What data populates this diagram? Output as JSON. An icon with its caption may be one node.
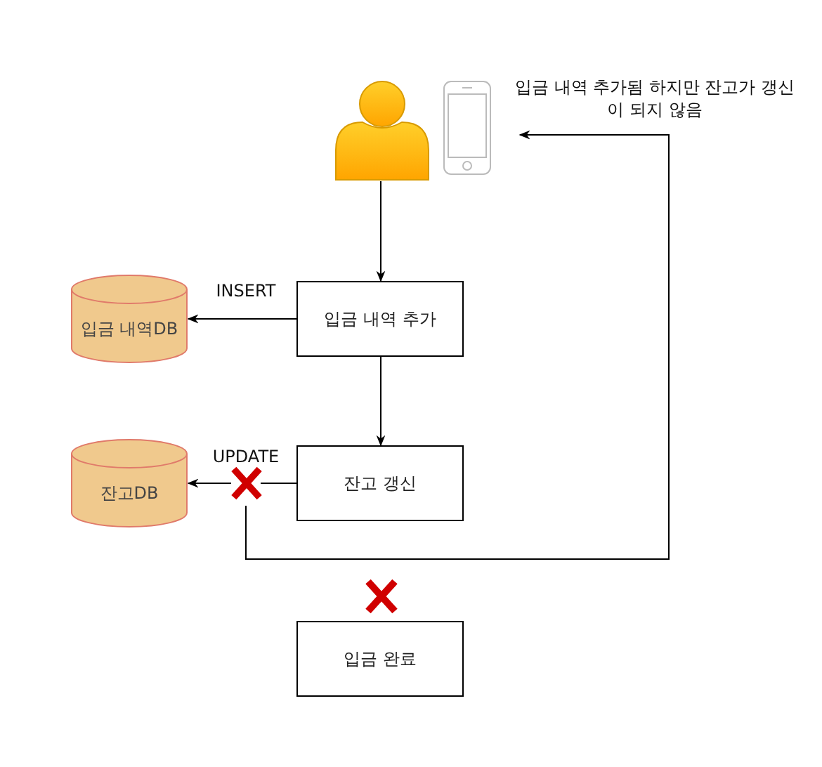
{
  "diagram": {
    "nodes": [
      {
        "text": [],
        "shape": "person"
      },
      {
        "text": [],
        "shape": "phone"
      },
      {
        "text": [
          "입금 내역 추가"
        ]
      },
      {
        "text": [
          "입금 내역DB"
        ]
      },
      {
        "text": [
          "잔고 갱신"
        ]
      },
      {
        "text": [
          "잔고DB"
        ]
      },
      {
        "text": [
          "입금 완료"
        ]
      },
      {
        "text": [],
        "shape": "cross"
      },
      {
        "text": [],
        "shape": "cross"
      }
    ],
    "edges": [
      {
        "from": 0,
        "to": 2,
        "arrow": "to"
      },
      {
        "from": 2,
        "to": 3,
        "arrow": "to",
        "label": "INSERT"
      },
      {
        "from": 2,
        "to": 4,
        "arrow": "to"
      },
      {
        "from": 4,
        "to": 7,
        "arrow": "none"
      },
      {
        "from": 7,
        "to": 5,
        "arrow": "to",
        "label": "UPDATE"
      },
      {
        "from": 7,
        "to": 1,
        "arrow": "to",
        "label": "입금 내역 추가됨 하지만 잔고가 갱신이 되지 않음"
      }
    ]
  }
}
